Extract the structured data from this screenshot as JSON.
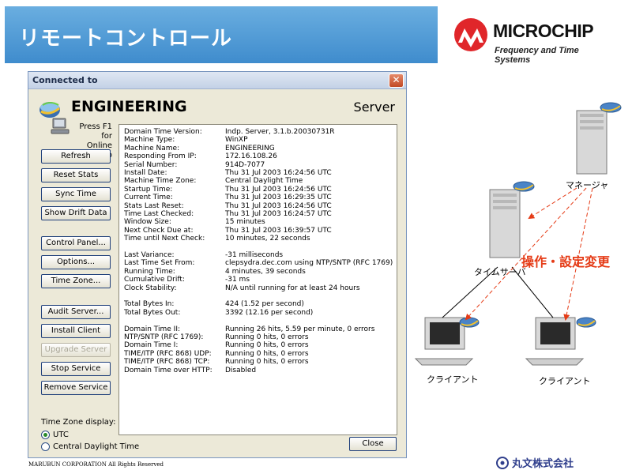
{
  "banner": {
    "title": "リモートコントロール"
  },
  "logo": {
    "name": "MICROCHIP",
    "subtitle": "Frequency and Time Systems"
  },
  "window": {
    "title": "Connected to",
    "machine": "ENGINEERING",
    "role": "Server",
    "help": "Press F1 for\nOnline Help",
    "buttons": {
      "refresh": "Refresh",
      "reset_stats": "Reset Stats",
      "sync_time": "Sync Time",
      "show_drift": "Show Drift Data",
      "control_panel": "Control Panel...",
      "options": "Options...",
      "time_zone": "Time Zone...",
      "audit_server": "Audit Server...",
      "install_client": "Install Client",
      "upgrade_server": "Upgrade Server",
      "stop_service": "Stop Service",
      "remove_service": "Remove Service",
      "close": "Close"
    },
    "info": [
      [
        "Domain Time Version:",
        "Indp. Server, 3.1.b.20030731R"
      ],
      [
        "Machine Type:",
        "WinXP"
      ],
      [
        "Machine Name:",
        "ENGINEERING"
      ],
      [
        "Responding From IP:",
        "172.16.108.26"
      ],
      [
        "Serial Number:",
        "914D-7077"
      ],
      [
        "Install Date:",
        "Thu 31 Jul 2003 16:24:56 UTC"
      ],
      [
        "Machine Time Zone:",
        "Central Daylight Time"
      ],
      [
        "Startup Time:",
        "Thu 31 Jul 2003 16:24:56 UTC"
      ],
      [
        "Current Time:",
        "Thu 31 Jul 2003 16:29:35 UTC"
      ],
      [
        "Stats Last Reset:",
        "Thu 31 Jul 2003 16:24:56 UTC"
      ],
      [
        "Time Last Checked:",
        "Thu 31 Jul 2003 16:24:57 UTC"
      ],
      [
        "Window Size:",
        "15 minutes"
      ],
      [
        "Next Check Due at:",
        "Thu 31 Jul 2003 16:39:57 UTC"
      ],
      [
        "Time until Next Check:",
        "10 minutes, 22 seconds"
      ],
      [
        "",
        ""
      ],
      [
        "Last Variance:",
        "-31 milliseconds"
      ],
      [
        "Last Time Set From:",
        "clepsydra.dec.com using NTP/SNTP (RFC 1769)"
      ],
      [
        "Running Time:",
        "4 minutes, 39 seconds"
      ],
      [
        "Cumulative Drift:",
        "-31 ms"
      ],
      [
        "Clock Stability:",
        "N/A until running for at least 24 hours"
      ],
      [
        "",
        ""
      ],
      [
        "Total Bytes In:",
        "424 (1.52 per second)"
      ],
      [
        "Total Bytes Out:",
        "3392 (12.16 per second)"
      ],
      [
        "",
        ""
      ],
      [
        "Domain Time II:",
        "Running  26 hits, 5.59 per minute, 0 errors"
      ],
      [
        "NTP/SNTP (RFC 1769):",
        "Running  0 hits, 0 errors"
      ],
      [
        "Domain Time I:",
        "Running  0 hits, 0 errors"
      ],
      [
        "TIME/ITP (RFC 868) UDP:",
        "Running  0 hits, 0 errors"
      ],
      [
        "TIME/ITP (RFC 868) TCP:",
        "Running  0 hits, 0 errors"
      ],
      [
        "Domain Time over HTTP:",
        "Disabled"
      ]
    ],
    "tz_display": {
      "label": "Time Zone display:",
      "options": [
        "UTC",
        "Central Daylight Time"
      ],
      "selected": "UTC"
    }
  },
  "diagram": {
    "manager": "マネージャ",
    "time_server": "タイムサーバ",
    "client_left": "クライアント",
    "client_right": "クライアント",
    "operation": "操作・設定変更",
    "arrow_color": "#e53b16"
  },
  "footer": {
    "copyright": "MARUBUN CORPORATION All Rights Reserved",
    "company": "丸文株式会社"
  }
}
